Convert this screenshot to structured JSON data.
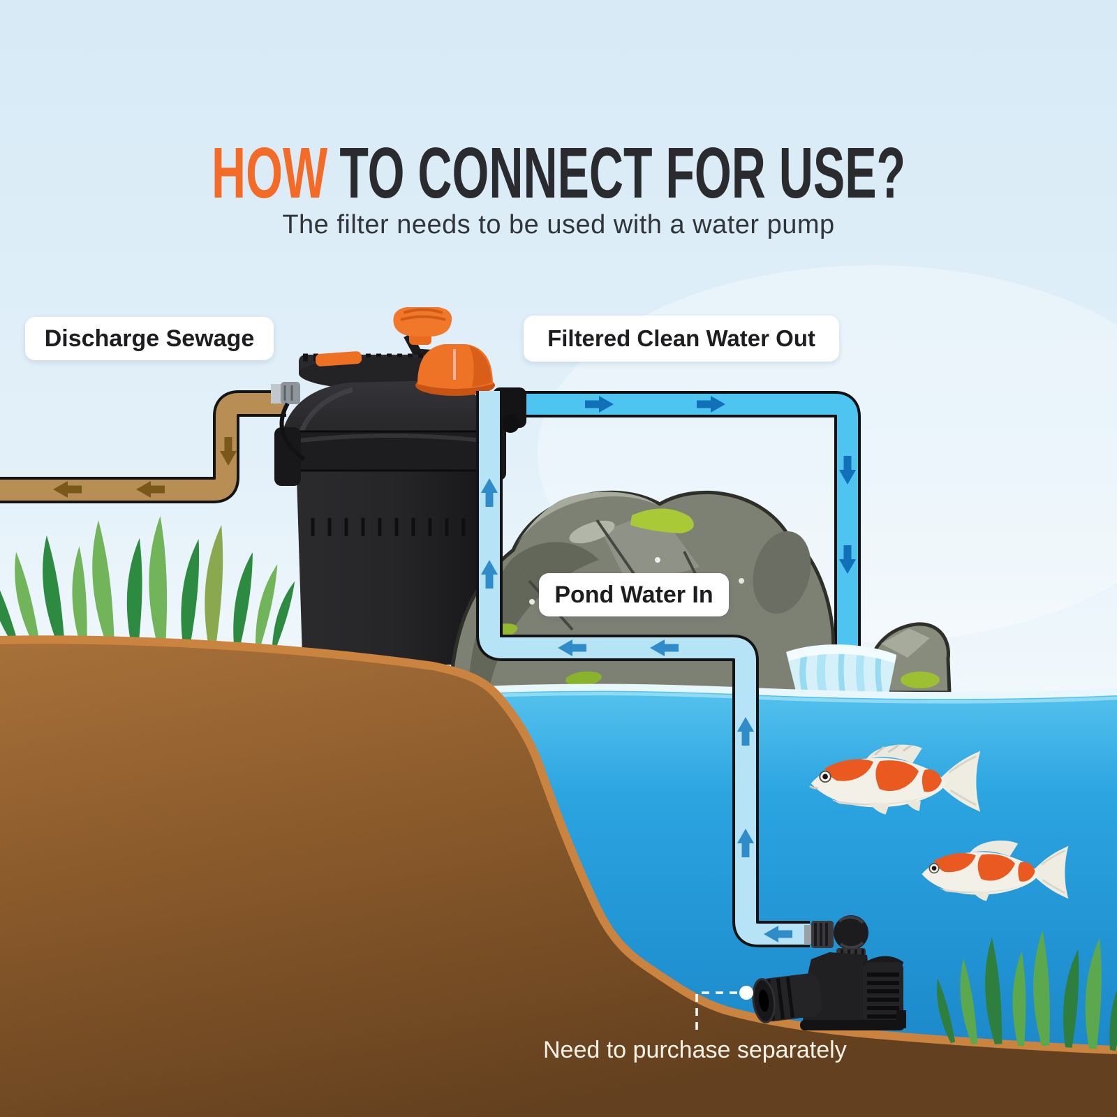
{
  "title": {
    "highlight": "HOW",
    "rest": "TO CONNECT FOR USE?"
  },
  "subtitle": "The filter needs to be used with a water pump",
  "labels": {
    "discharge": "Discharge Sewage",
    "clean_out": "Filtered Clean Water Out",
    "pond_in": "Pond Water In"
  },
  "footnote": "Need to purchase separately",
  "colors": {
    "accent_orange": "#f36b26",
    "title_dark": "#292b2e",
    "sky_top": "#d7eaf6",
    "sewage_pipe": "#b98e55",
    "sewage_arrow": "#7a571a",
    "clean_pipe": "#4ec4f1",
    "clean_arrow": "#1270b8",
    "pond_pipe": "#b7e3f6",
    "pond_arrow": "#2f8cc9",
    "water": "#27a0dc",
    "dirt": "#8a5a2b",
    "dirt_edge": "#ca8440",
    "grass_light": "#72b45a",
    "grass_dark": "#2c8a41",
    "koi_orange": "#ea5a20",
    "rock_gray": "#7d8174",
    "moss_green": "#a9ca36"
  },
  "diagram": {
    "device": "pond pressure filter with crank handle",
    "flows": [
      {
        "id": "discharge-sewage",
        "label": "Discharge Sewage",
        "pipe_color": "#b98e55",
        "arrow_color": "#7a571a",
        "arrow_count": 3,
        "path": "from filter left connector, down, then left off-scene"
      },
      {
        "id": "filtered-clean-water-out",
        "label": "Filtered Clean Water Out",
        "pipe_color": "#4ec4f1",
        "arrow_color": "#1270b8",
        "arrow_count": 4,
        "path": "from filter top, right, then down to waterfall over rocks into pond"
      },
      {
        "id": "pond-water-in",
        "label": "Pond Water In",
        "pipe_color": "#b7e3f6",
        "arrow_color": "#2f8cc9",
        "arrow_count": 7,
        "path": "from submersible pump in pond, up and left into filter top"
      }
    ],
    "scene_elements": [
      "grass bank",
      "dirt bank",
      "rocks with moss",
      "waterfall",
      "pond water",
      "two koi fish",
      "submersible water pump",
      "dashed callout to pump"
    ]
  }
}
